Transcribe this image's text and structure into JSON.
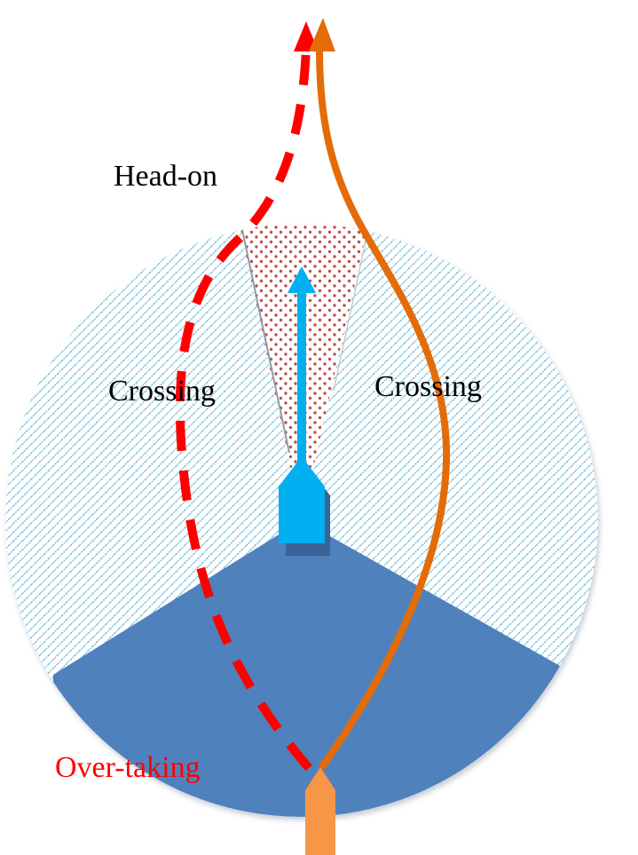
{
  "labels": {
    "head_on": "Head-on",
    "crossing_left": "Crossing",
    "crossing_right": "Crossing",
    "over_taking": "Over-taking"
  },
  "colors": {
    "head_on_dots": "#c0504d",
    "crossing_hatch": "#4bacc6",
    "overtaking_fill": "#4f81bd",
    "own_ship": "#00b0f0",
    "target_ship": "#f79646",
    "path_red": "#ff0000",
    "path_orange": "#e36c09",
    "label_red": "#ff0000",
    "label_black": "#000000"
  },
  "icons": {
    "own_ship": "ship-icon",
    "target_ship": "ship-icon"
  }
}
